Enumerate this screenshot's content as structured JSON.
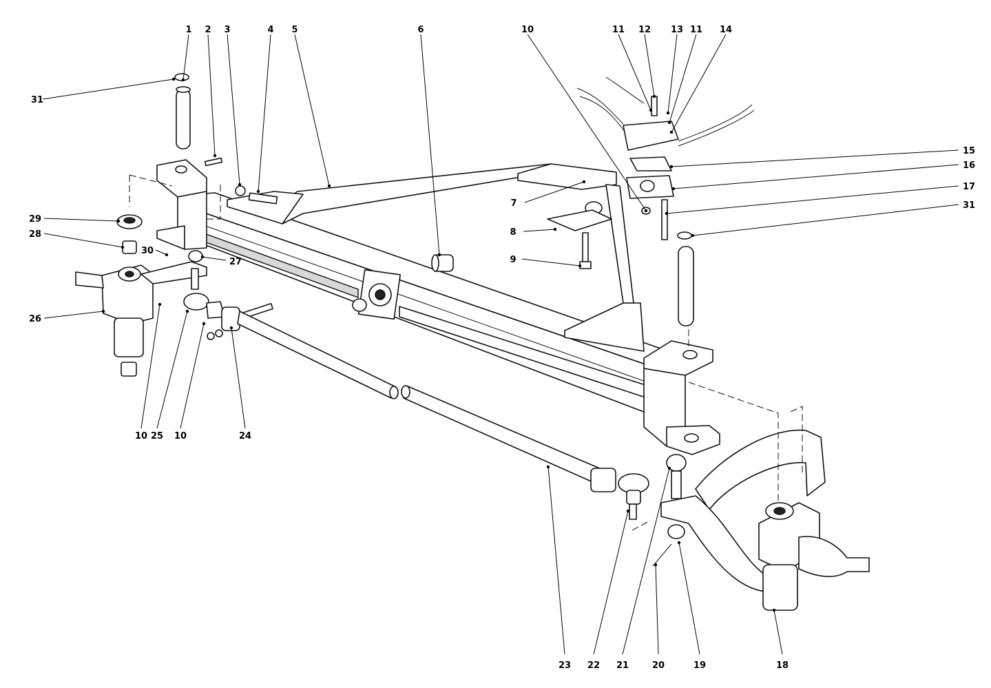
{
  "diagram": {
    "type": "exploded parts diagram",
    "colors": {
      "ink": "#111111",
      "background": "#ffffff"
    },
    "labels": [
      {
        "id": "1",
        "text": "1"
      },
      {
        "id": "2",
        "text": "2"
      },
      {
        "id": "3",
        "text": "3"
      },
      {
        "id": "4",
        "text": "4"
      },
      {
        "id": "5",
        "text": "5"
      },
      {
        "id": "6",
        "text": "6"
      },
      {
        "id": "7",
        "text": "7"
      },
      {
        "id": "8",
        "text": "8"
      },
      {
        "id": "9",
        "text": "9"
      },
      {
        "id": "10a",
        "text": "10"
      },
      {
        "id": "10b",
        "text": "10"
      },
      {
        "id": "10c",
        "text": "10"
      },
      {
        "id": "11a",
        "text": "11"
      },
      {
        "id": "11b",
        "text": "11"
      },
      {
        "id": "12",
        "text": "12"
      },
      {
        "id": "13",
        "text": "13"
      },
      {
        "id": "14",
        "text": "14"
      },
      {
        "id": "15",
        "text": "15"
      },
      {
        "id": "16",
        "text": "16"
      },
      {
        "id": "17",
        "text": "17"
      },
      {
        "id": "18",
        "text": "18"
      },
      {
        "id": "19",
        "text": "19"
      },
      {
        "id": "20",
        "text": "20"
      },
      {
        "id": "21",
        "text": "21"
      },
      {
        "id": "22",
        "text": "22"
      },
      {
        "id": "23",
        "text": "23"
      },
      {
        "id": "24",
        "text": "24"
      },
      {
        "id": "25",
        "text": "25"
      },
      {
        "id": "26",
        "text": "26"
      },
      {
        "id": "27",
        "text": "27"
      },
      {
        "id": "28",
        "text": "28"
      },
      {
        "id": "29",
        "text": "29"
      },
      {
        "id": "30",
        "text": "30"
      },
      {
        "id": "31a",
        "text": "31"
      },
      {
        "id": "31b",
        "text": "31"
      }
    ]
  }
}
